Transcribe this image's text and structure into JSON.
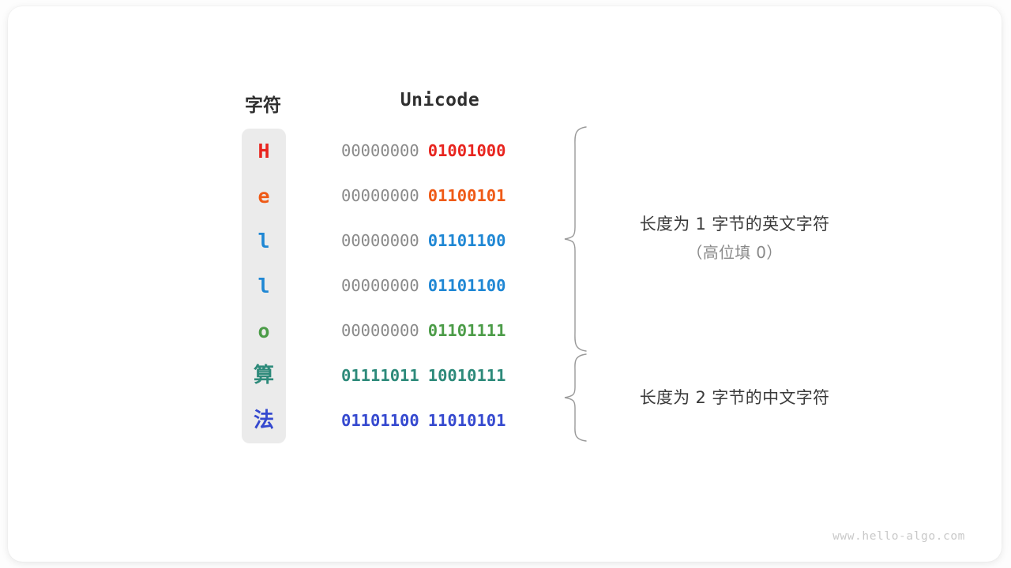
{
  "figure": {
    "headers": {
      "character": "字符",
      "unicode": "Unicode"
    },
    "rows": [
      {
        "char": "H",
        "is_cjk": false,
        "high_byte": "00000000",
        "low_byte": "01001000",
        "high_is_padding": true,
        "color": "#e8251f"
      },
      {
        "char": "e",
        "is_cjk": false,
        "high_byte": "00000000",
        "low_byte": "01100101",
        "high_is_padding": true,
        "color": "#ef5a16"
      },
      {
        "char": "l",
        "is_cjk": false,
        "high_byte": "00000000",
        "low_byte": "01101100",
        "high_is_padding": true,
        "color": "#1f87d4"
      },
      {
        "char": "l",
        "is_cjk": false,
        "high_byte": "00000000",
        "low_byte": "01101100",
        "high_is_padding": true,
        "color": "#1f87d4"
      },
      {
        "char": "o",
        "is_cjk": false,
        "high_byte": "00000000",
        "low_byte": "01101111",
        "high_is_padding": true,
        "color": "#4c9c48"
      },
      {
        "char": "算",
        "is_cjk": true,
        "high_byte": "01111011",
        "low_byte": "10010111",
        "high_is_padding": false,
        "color": "#2d8a7a"
      },
      {
        "char": "法",
        "is_cjk": true,
        "high_byte": "01101100",
        "low_byte": "11010101",
        "high_is_padding": false,
        "color": "#3549cf"
      }
    ],
    "annotations": [
      {
        "line1": "长度为 1 字节的英文字符",
        "line2": "（高位填 0）"
      },
      {
        "line1": "长度为 2 字节的中文字符",
        "line2": ""
      }
    ],
    "colors": {
      "padding_gray": "#8a8a8a",
      "column_background": "#ebebeb",
      "header_text": "#2f2f2f",
      "brace_stroke": "#9a9a9a",
      "annotation_text": "#3a3a3a",
      "watermark_text": "#c9c9c9",
      "card_background": "#ffffff",
      "page_background": "#fdfdfd"
    }
  },
  "watermark": "www.hello-algo.com"
}
